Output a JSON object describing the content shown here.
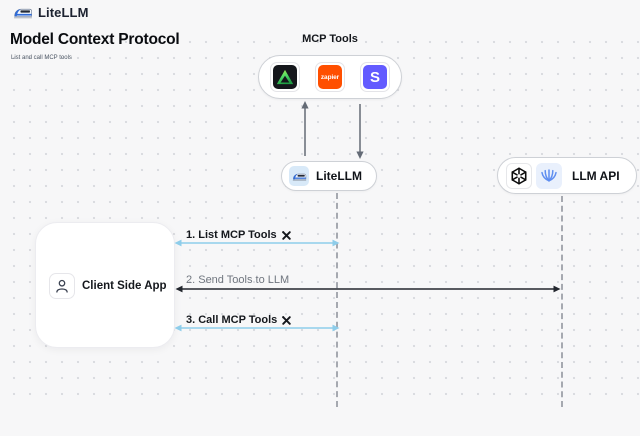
{
  "header": {
    "brand": "LiteLLM"
  },
  "page": {
    "title": "Model Context Protocol",
    "subtitle": "List and call MCP tools"
  },
  "mcp": {
    "label": "MCP Tools",
    "tools": [
      {
        "id": "triangle-tool-logo"
      },
      {
        "id": "zapier-logo",
        "label": "zapier"
      },
      {
        "id": "stripe-logo",
        "label": "S"
      }
    ]
  },
  "nodes": {
    "litellm": {
      "label": "LiteLLM"
    },
    "llm_api": {
      "label": "LLM API"
    },
    "client": {
      "label": "Client Side App"
    }
  },
  "flows": [
    {
      "label": "1. List MCP Tools",
      "tool_icon": true,
      "color": "#8ECDEA"
    },
    {
      "label": "2. Send Tools to LLM",
      "tool_icon": false,
      "color": "#23272E"
    },
    {
      "label": "3. Call MCP Tools",
      "tool_icon": true,
      "color": "#8ECDEA"
    }
  ],
  "icons": [
    "litellm-train-icon",
    "openai-icon",
    "llm-provider-icon",
    "user-icon",
    "tools-icon"
  ],
  "colors": {
    "background": "#F7F7F8",
    "accent_blue": "#8ECDEA",
    "arrow_dark": "#23272E",
    "zapier": "#FF4F00",
    "stripe": "#635BFF"
  }
}
